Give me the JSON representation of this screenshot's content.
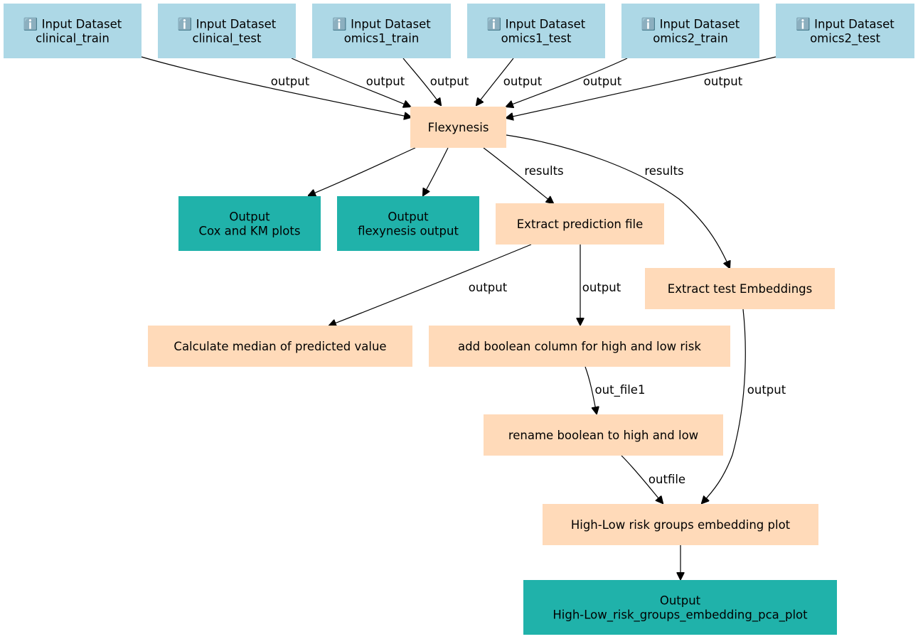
{
  "colors": {
    "input": "#add8e6",
    "tool": "#ffdab9",
    "output": "#20b2aa",
    "edge": "#000000",
    "text": "#000000"
  },
  "nodes": [
    {
      "id": "in_clinical_train",
      "kind": "input",
      "icon": "info-icon",
      "lines": [
        "ℹ️ Input Dataset",
        "clinical_train"
      ]
    },
    {
      "id": "in_clinical_test",
      "kind": "input",
      "icon": "info-icon",
      "lines": [
        "ℹ️ Input Dataset",
        "clinical_test"
      ]
    },
    {
      "id": "in_omics1_train",
      "kind": "input",
      "icon": "info-icon",
      "lines": [
        "ℹ️ Input Dataset",
        "omics1_train"
      ]
    },
    {
      "id": "in_omics1_test",
      "kind": "input",
      "icon": "info-icon",
      "lines": [
        "ℹ️ Input Dataset",
        "omics1_test"
      ]
    },
    {
      "id": "in_omics2_train",
      "kind": "input",
      "icon": "info-icon",
      "lines": [
        "ℹ️ Input Dataset",
        "omics2_train"
      ]
    },
    {
      "id": "in_omics2_test",
      "kind": "input",
      "icon": "info-icon",
      "lines": [
        "ℹ️ Input Dataset",
        "omics2_test"
      ]
    },
    {
      "id": "flexynesis",
      "kind": "tool",
      "lines": [
        "Flexynesis"
      ]
    },
    {
      "id": "out_cox_km",
      "kind": "output",
      "lines": [
        "Output",
        "Cox and KM plots"
      ]
    },
    {
      "id": "out_flexynesis",
      "kind": "output",
      "lines": [
        "Output",
        "flexynesis output"
      ]
    },
    {
      "id": "extract_prediction",
      "kind": "tool",
      "lines": [
        "Extract prediction file"
      ]
    },
    {
      "id": "extract_embeddings",
      "kind": "tool",
      "lines": [
        "Extract test Embeddings"
      ]
    },
    {
      "id": "calc_median",
      "kind": "tool",
      "lines": [
        "Calculate median of predicted value"
      ]
    },
    {
      "id": "add_boolean",
      "kind": "tool",
      "lines": [
        "add boolean column for high and low risk"
      ]
    },
    {
      "id": "rename_boolean",
      "kind": "tool",
      "lines": [
        "rename boolean to high and low"
      ]
    },
    {
      "id": "embedding_plot",
      "kind": "tool",
      "lines": [
        "High-Low risk groups embedding plot"
      ]
    },
    {
      "id": "out_pca_plot",
      "kind": "output",
      "lines": [
        "Output",
        "High-Low_risk_groups_embedding_pca_plot"
      ]
    }
  ],
  "edges": [
    {
      "from": "in_clinical_train",
      "to": "flexynesis",
      "label": "output"
    },
    {
      "from": "in_clinical_test",
      "to": "flexynesis",
      "label": "output"
    },
    {
      "from": "in_omics1_train",
      "to": "flexynesis",
      "label": "output"
    },
    {
      "from": "in_omics1_test",
      "to": "flexynesis",
      "label": "output"
    },
    {
      "from": "in_omics2_train",
      "to": "flexynesis",
      "label": "output"
    },
    {
      "from": "in_omics2_test",
      "to": "flexynesis",
      "label": "output"
    },
    {
      "from": "flexynesis",
      "to": "out_cox_km",
      "label": ""
    },
    {
      "from": "flexynesis",
      "to": "out_flexynesis",
      "label": ""
    },
    {
      "from": "flexynesis",
      "to": "extract_prediction",
      "label": "results"
    },
    {
      "from": "flexynesis",
      "to": "extract_embeddings",
      "label": "results"
    },
    {
      "from": "extract_prediction",
      "to": "calc_median",
      "label": "output"
    },
    {
      "from": "extract_prediction",
      "to": "add_boolean",
      "label": "output"
    },
    {
      "from": "add_boolean",
      "to": "rename_boolean",
      "label": "out_file1"
    },
    {
      "from": "rename_boolean",
      "to": "embedding_plot",
      "label": "outfile"
    },
    {
      "from": "extract_embeddings",
      "to": "embedding_plot",
      "label": "output"
    },
    {
      "from": "embedding_plot",
      "to": "out_pca_plot",
      "label": ""
    }
  ]
}
